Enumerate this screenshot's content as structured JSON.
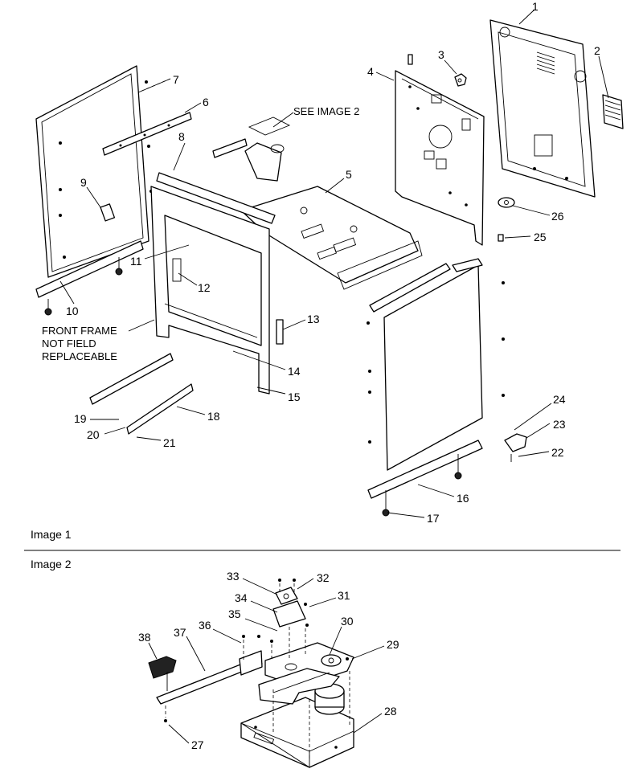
{
  "image1": {
    "section_label": "Image 1",
    "note_see_image_2": "SEE IMAGE 2",
    "front_frame_note": [
      "FRONT FRAME",
      "NOT FIELD",
      "REPLACEABLE"
    ],
    "callouts": [
      "1",
      "2",
      "3",
      "4",
      "5",
      "6",
      "7",
      "8",
      "9",
      "10",
      "11",
      "12",
      "13",
      "14",
      "15",
      "16",
      "17",
      "18",
      "19",
      "20",
      "21",
      "22",
      "23",
      "24",
      "25",
      "26"
    ]
  },
  "image2": {
    "section_label": "Image 2",
    "callouts": [
      "27",
      "28",
      "29",
      "30",
      "31",
      "32",
      "33",
      "34",
      "35",
      "36",
      "37",
      "38"
    ]
  }
}
